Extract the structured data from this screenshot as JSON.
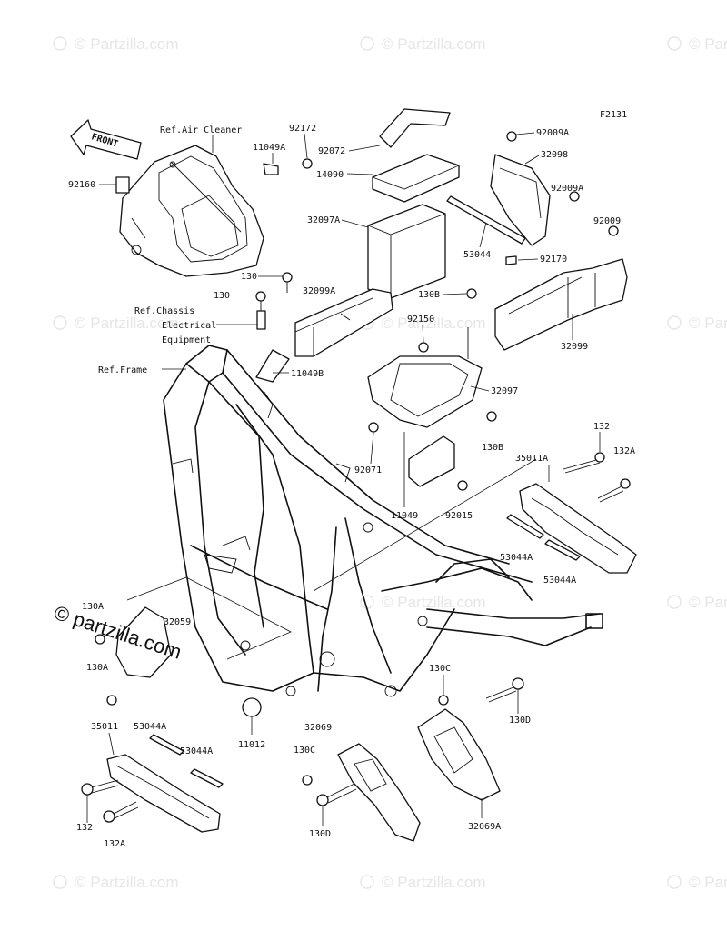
{
  "watermark": "© Partzilla.com",
  "diagram_code": "F2131",
  "front_arrow_text": "FRONT",
  "overlay_logo": "© partzilla.com",
  "references": {
    "air_cleaner": "Ref.Air Cleaner",
    "chassis_1": "Ref.Chassis",
    "chassis_2": "Electrical",
    "chassis_3": "Equipment",
    "frame": "Ref.Frame"
  },
  "parts": {
    "p92172": "92172",
    "p11049A": "11049A",
    "p92160": "92160",
    "p92072": "92072",
    "p14090": "14090",
    "p92009A_top": "92009A",
    "p32098": "32098",
    "p92009A_mid": "92009A",
    "p92009": "92009",
    "p32097A": "32097A",
    "p53044": "53044",
    "p92170": "92170",
    "p130_a": "130",
    "p130_b": "130",
    "p32099A": "32099A",
    "p130B_top": "130B",
    "p92150": "92150",
    "p11049B": "11049B",
    "p32099": "32099",
    "p32097": "32097",
    "p92071": "92071",
    "p130B_mid": "130B",
    "p11049": "11049",
    "p92015": "92015",
    "p132_right": "132",
    "p35011A": "35011A",
    "p132A_right": "132A",
    "p53044A_r1": "53044A",
    "p53044A_r2": "53044A",
    "p130A_top": "130A",
    "p32059": "32059",
    "p130A_bottom": "130A",
    "p11012": "11012",
    "p130C_right": "130C",
    "p130D_right": "130D",
    "p35011": "35011",
    "p53044A_l1": "53044A",
    "p53044A_l2": "53044A",
    "p32069": "32069",
    "p130C_left": "130C",
    "p132_left": "132",
    "p132A_left": "132A",
    "p130D_left": "130D",
    "p32069A": "32069A"
  }
}
